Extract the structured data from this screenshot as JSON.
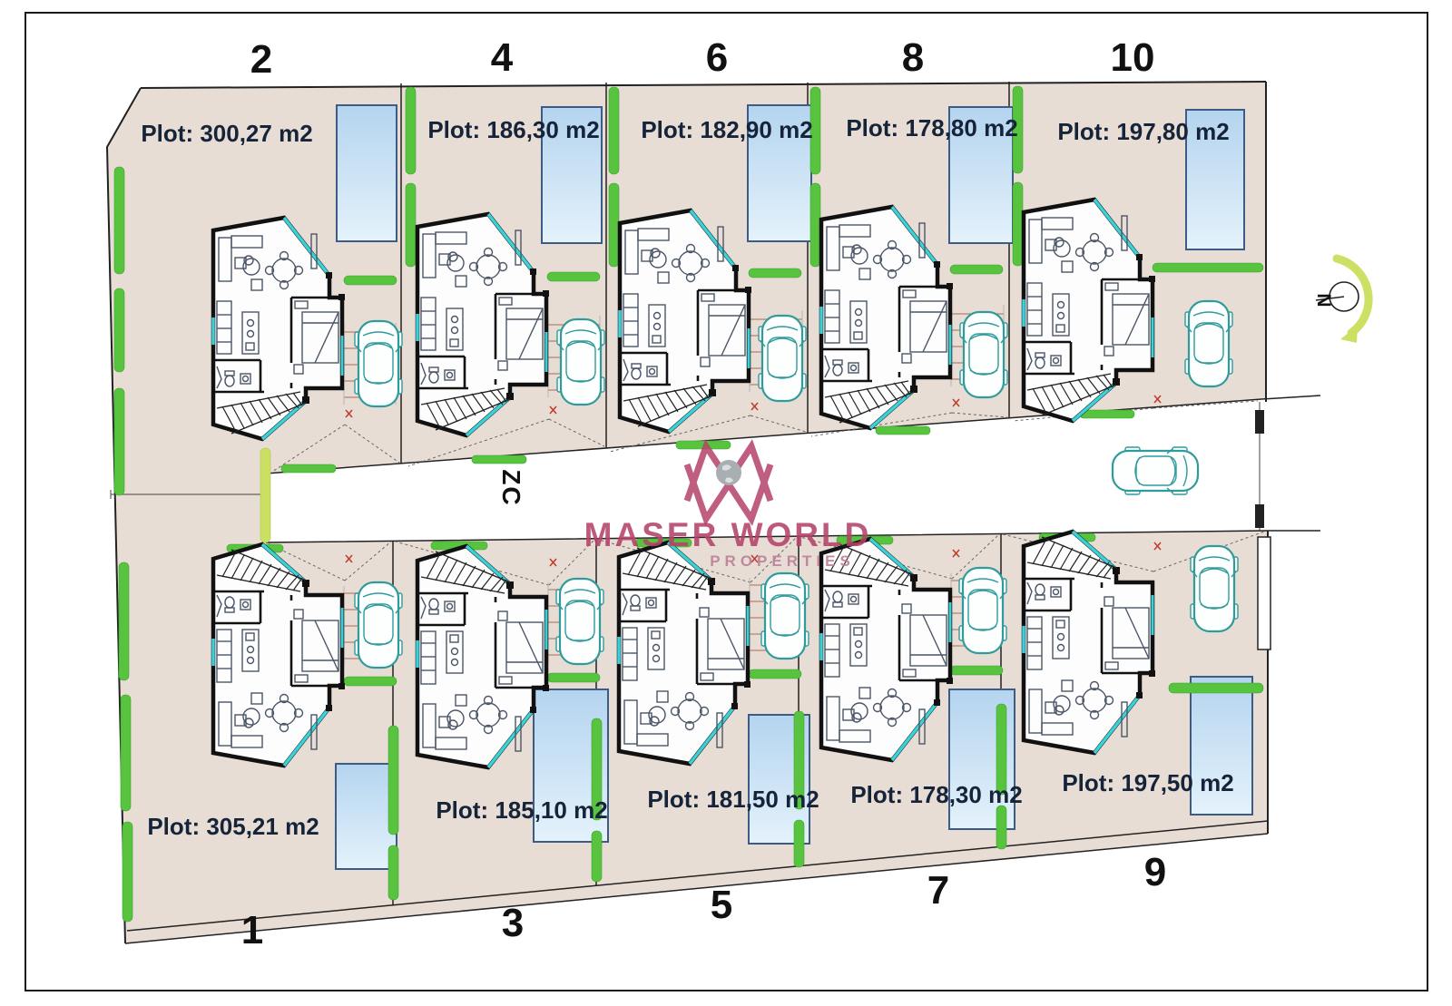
{
  "plots": [
    {
      "number": "2",
      "area_label": "Plot: 300,27 m2",
      "row": "top"
    },
    {
      "number": "4",
      "area_label": "Plot: 186,30 m2",
      "row": "top"
    },
    {
      "number": "6",
      "area_label": "Plot: 182,90 m2",
      "row": "top"
    },
    {
      "number": "8",
      "area_label": "Plot: 178,80 m2",
      "row": "top"
    },
    {
      "number": "10",
      "area_label": "Plot: 197,80 m2",
      "row": "top"
    },
    {
      "number": "1",
      "area_label": "Plot: 305,21 m2",
      "row": "bottom"
    },
    {
      "number": "3",
      "area_label": "Plot: 185,10 m2",
      "row": "bottom"
    },
    {
      "number": "5",
      "area_label": "Plot: 181,50 m2",
      "row": "bottom"
    },
    {
      "number": "7",
      "area_label": "Plot: 178,30 m2",
      "row": "bottom"
    },
    {
      "number": "9",
      "area_label": "Plot: 197,50 m2",
      "row": "bottom"
    }
  ],
  "road": {
    "label": "ZC"
  },
  "compass": {
    "label": "N"
  },
  "watermark": {
    "title": "MASER WORLD",
    "subtitle": "PROPERTIES"
  },
  "colors": {
    "plot_fill": "#e8ddd5",
    "hedge_green": "#57c33e",
    "road_end_hedge": "#cbe063",
    "pool_blue": "#bcd9f1",
    "pool_border": "#3c5c85",
    "car_teal": "#2f9b9b",
    "wall_black": "#111111",
    "glazing_cyan": "#3ad1d8",
    "watermark_pink": "#b5436a",
    "carport_stripe": "#c09080"
  }
}
